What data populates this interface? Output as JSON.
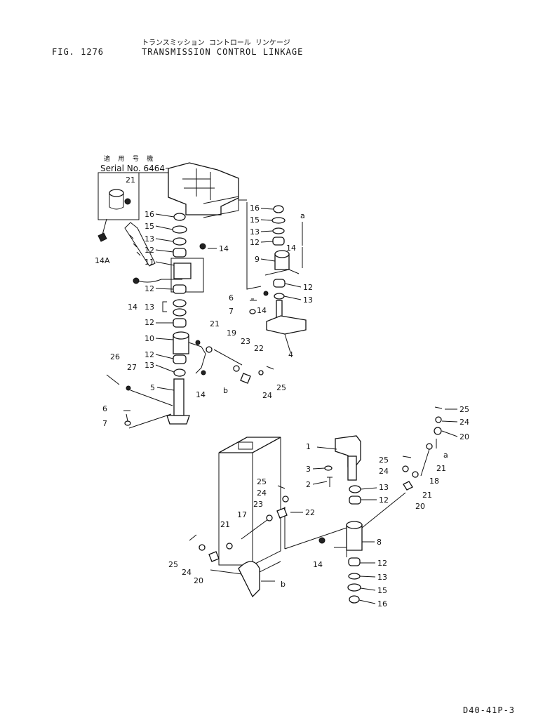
{
  "figure": "FIG. 1276",
  "title_jp": "トランスミッション コントロール リンケージ",
  "title_en": "TRANSMISSION CONTROL LINKAGE",
  "serial_label_jp": "適 用 号 機",
  "serial_label": "Serial No. 6464~",
  "doc_code": "D40-41P-3",
  "callouts": {
    "c21a": "21",
    "c16a": "16",
    "c15a": "15",
    "c13a": "13",
    "c12a": "12",
    "c11": "11",
    "c12b": "12",
    "c14a": "14",
    "c13b": "13",
    "c12c": "12",
    "c10": "10",
    "c12d": "12",
    "c13c": "13",
    "c5": "5",
    "c6a": "6",
    "c7a": "7",
    "c26": "26",
    "c27": "27",
    "c14A": "14A",
    "c14b": "14",
    "c14c": "14",
    "c21b": "21",
    "c19": "19",
    "c23a": "23",
    "c22a": "22",
    "c25a": "25",
    "c24a": "24",
    "c14d": "14",
    "c16b": "16",
    "c15b": "15",
    "c13d": "13",
    "c12e": "12",
    "c9": "9",
    "c12f": "12",
    "c13e": "13",
    "c6b": "6",
    "c7b": "7",
    "c14e": "14",
    "c4": "4",
    "ca1": "a",
    "cb1": "b",
    "c25b": "25",
    "c24b": "24",
    "c20a": "20",
    "ca2": "a",
    "c1": "1",
    "c25c": "25",
    "c24c": "24",
    "c21c": "21",
    "c18": "18",
    "c3": "3",
    "c2": "2",
    "c13f": "13",
    "c12g": "12",
    "c21d": "21",
    "c20b": "20",
    "c25d": "25",
    "c24d": "24",
    "c23b": "23",
    "c22b": "22",
    "c17": "17",
    "c21e": "21",
    "c8": "8",
    "c25e": "25",
    "c24e": "24",
    "c20c": "20",
    "c14f": "14",
    "c12h": "12",
    "c13g": "13",
    "c15c": "15",
    "c16c": "16",
    "cb2": "b"
  }
}
